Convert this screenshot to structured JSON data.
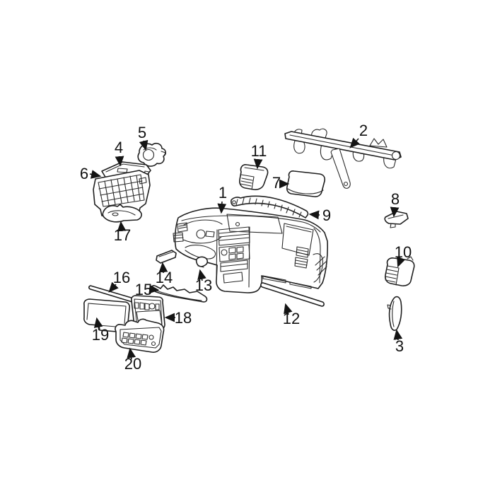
{
  "callouts": [
    {
      "number": "1"
    },
    {
      "number": "2"
    },
    {
      "number": "3"
    },
    {
      "number": "4"
    },
    {
      "number": "5"
    },
    {
      "number": "6"
    },
    {
      "number": "7"
    },
    {
      "number": "8"
    },
    {
      "number": "9"
    },
    {
      "number": "10"
    },
    {
      "number": "11"
    },
    {
      "number": "12"
    },
    {
      "number": "13"
    },
    {
      "number": "14"
    },
    {
      "number": "15"
    },
    {
      "number": "16"
    },
    {
      "number": "17"
    },
    {
      "number": "18"
    },
    {
      "number": "19"
    },
    {
      "number": "20"
    }
  ],
  "colors": {
    "line": "#1f1f1f",
    "label": "#121212",
    "background": "#ffffff"
  }
}
